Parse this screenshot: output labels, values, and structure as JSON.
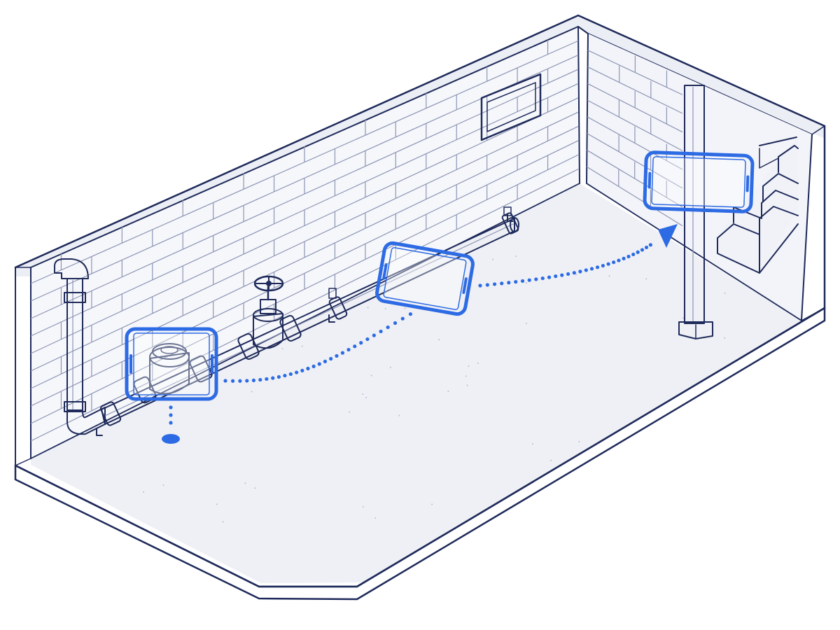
{
  "colors": {
    "ink": "#1e2a5a",
    "fine": "#8c95b4",
    "wall": "#f6f7fb",
    "floor": "#eef0f5",
    "accent": "#2d6be4"
  },
  "icons": {
    "phone": "smartphone-icon",
    "arrow": "triangle-arrow-icon",
    "valve": "gate-valve-icon",
    "meter": "water-meter-icon"
  },
  "scan_steps": [
    {
      "id": "meter",
      "step": 1,
      "tilt_deg": 0
    },
    {
      "id": "pipe",
      "step": 2,
      "tilt_deg": 10
    },
    {
      "id": "column",
      "step": 3,
      "tilt_deg": 2
    }
  ]
}
